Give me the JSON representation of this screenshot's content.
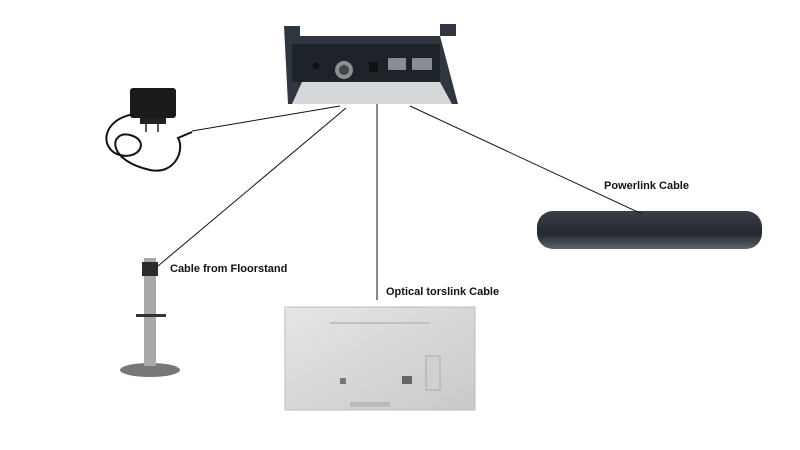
{
  "labels": {
    "powerlink": "Powerlink Cable",
    "floorstand": "Cable from Floorstand",
    "optical": "Optical torslink Cable"
  }
}
